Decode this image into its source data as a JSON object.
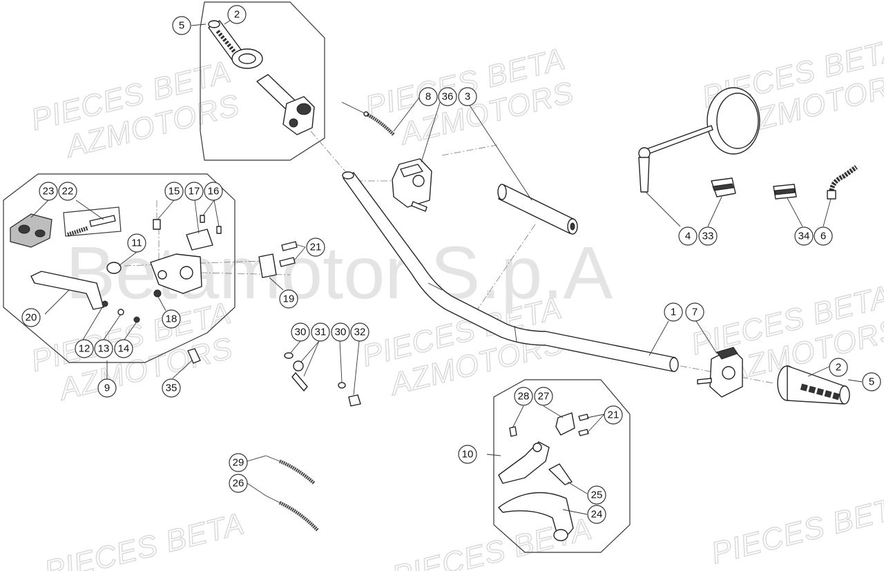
{
  "watermark": {
    "brand_line_1": "PIECES BETA",
    "brand_line_2": "AZMOTORS",
    "company": "Betamotor S.p.A"
  },
  "callouts": [
    {
      "label": "5"
    },
    {
      "label": "2"
    },
    {
      "label": "8"
    },
    {
      "label": "36"
    },
    {
      "label": "3"
    },
    {
      "label": "23"
    },
    {
      "label": "22"
    },
    {
      "label": "15"
    },
    {
      "label": "17"
    },
    {
      "label": "16"
    },
    {
      "label": "11"
    },
    {
      "label": "21"
    },
    {
      "label": "19"
    },
    {
      "label": "20"
    },
    {
      "label": "18"
    },
    {
      "label": "12"
    },
    {
      "label": "13"
    },
    {
      "label": "14"
    },
    {
      "label": "9"
    },
    {
      "label": "35"
    },
    {
      "label": "30"
    },
    {
      "label": "31"
    },
    {
      "label": "30"
    },
    {
      "label": "32"
    },
    {
      "label": "4"
    },
    {
      "label": "33"
    },
    {
      "label": "34"
    },
    {
      "label": "6"
    },
    {
      "label": "1"
    },
    {
      "label": "7"
    },
    {
      "label": "2"
    },
    {
      "label": "5"
    },
    {
      "label": "28"
    },
    {
      "label": "27"
    },
    {
      "label": "21"
    },
    {
      "label": "10"
    },
    {
      "label": "25"
    },
    {
      "label": "24"
    },
    {
      "label": "29"
    },
    {
      "label": "26"
    }
  ]
}
